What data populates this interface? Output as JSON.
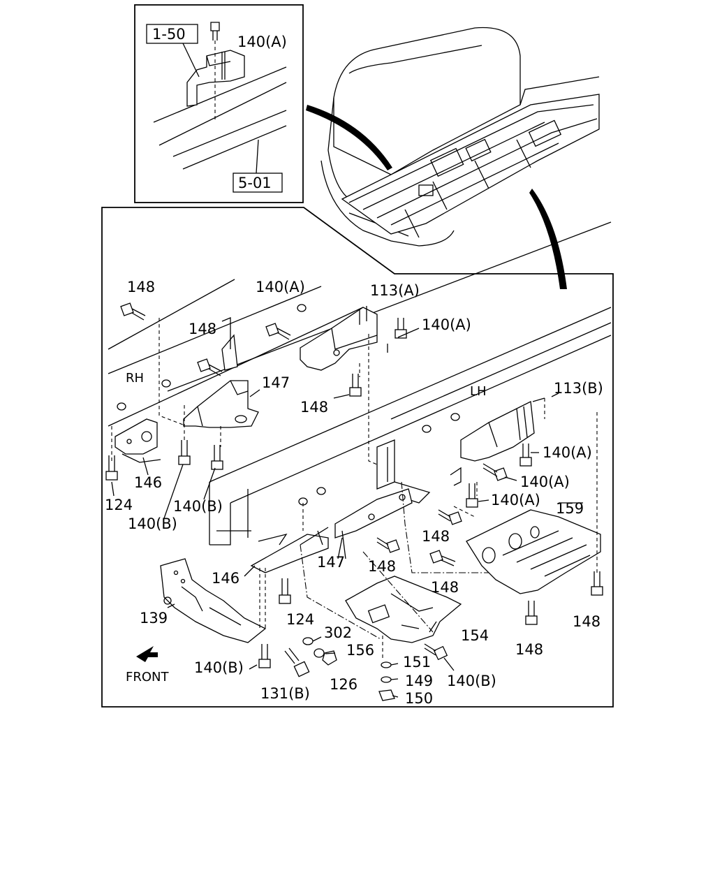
{
  "inset": {
    "ref_top": "1-50",
    "ref_bottom": "5-01",
    "bolt_label": "140(A)"
  },
  "orientation": {
    "rh": "RH",
    "lh": "LH",
    "front": "FRONT"
  },
  "callouts": [
    {
      "id": "c148a",
      "text": "148"
    },
    {
      "id": "c140a1",
      "text": "140(A)"
    },
    {
      "id": "c113a",
      "text": "113(A)"
    },
    {
      "id": "c140a2",
      "text": "140(A)"
    },
    {
      "id": "c148b",
      "text": "148"
    },
    {
      "id": "c147a",
      "text": "147"
    },
    {
      "id": "c148c",
      "text": "148"
    },
    {
      "id": "c146a",
      "text": "146"
    },
    {
      "id": "c124a",
      "text": "124"
    },
    {
      "id": "c140b1",
      "text": "140(B)"
    },
    {
      "id": "c140b2",
      "text": "140(B)"
    },
    {
      "id": "c113b",
      "text": "113(B)"
    },
    {
      "id": "c140a3",
      "text": "140(A)"
    },
    {
      "id": "c140a4",
      "text": "140(A)"
    },
    {
      "id": "c140a5",
      "text": "140(A)"
    },
    {
      "id": "c159",
      "text": "159"
    },
    {
      "id": "c148d",
      "text": "148"
    },
    {
      "id": "c147b",
      "text": "147"
    },
    {
      "id": "c148e",
      "text": "148"
    },
    {
      "id": "c148f",
      "text": "148"
    },
    {
      "id": "c146b",
      "text": "146"
    },
    {
      "id": "c124b",
      "text": "124"
    },
    {
      "id": "c139",
      "text": "139"
    },
    {
      "id": "c154",
      "text": "154"
    },
    {
      "id": "c148g",
      "text": "148"
    },
    {
      "id": "c148h",
      "text": "148"
    },
    {
      "id": "c302",
      "text": "302"
    },
    {
      "id": "c156",
      "text": "156"
    },
    {
      "id": "c140b3",
      "text": "140(B)"
    },
    {
      "id": "c151",
      "text": "151"
    },
    {
      "id": "c126",
      "text": "126"
    },
    {
      "id": "c149",
      "text": "149"
    },
    {
      "id": "c140b4",
      "text": "140(B)"
    },
    {
      "id": "c131b",
      "text": "131(B)"
    },
    {
      "id": "c150",
      "text": "150"
    }
  ]
}
